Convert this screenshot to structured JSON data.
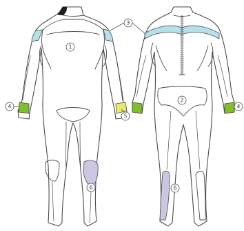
{
  "labels": {
    "front_body": "1",
    "back_body": "2",
    "shoulder_panel": "3",
    "cuff_back": "4",
    "cuff_front": "4",
    "cuff_front_right": "5",
    "knee_front": "6",
    "calf_back": "6"
  },
  "colors": {
    "shoulder_panel": "#b6e0ea",
    "cuff_green": "#7fbf2a",
    "cuff_yellow": "#e6ec6a",
    "knee_lavender": "#cdc6e2",
    "collar_black": "#1f1f1f"
  }
}
